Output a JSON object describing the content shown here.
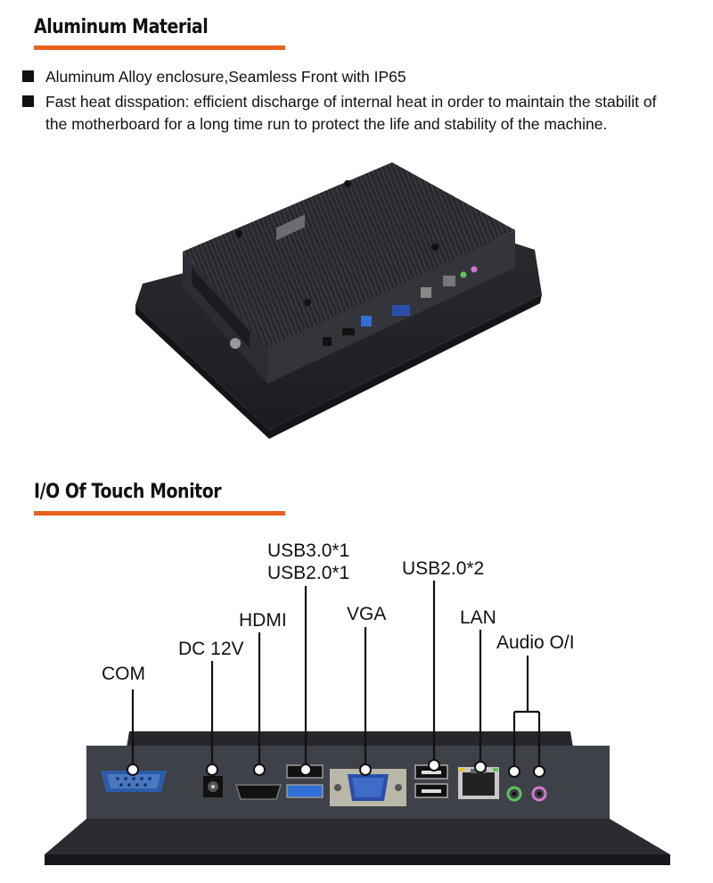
{
  "sections": {
    "aluminum": {
      "title": "Aluminum Material",
      "bullets": [
        "Aluminum Alloy enclosure,Seamless Front with IP65",
        "Fast heat disspation: efficient discharge of internal heat in order to maintain the stabilit of the motherboard for a long time run to protect the life and stability of the machine."
      ]
    },
    "io": {
      "title": "I/O Of Touch Monitor",
      "labels": {
        "com": "COM",
        "dc": "DC 12V",
        "hdmi": "HDMI",
        "usb3_line1": "USB3.0*1",
        "usb3_line2": "USB2.0*1",
        "vga": "VGA",
        "usb2": "USB2.0*2",
        "lan": "LAN",
        "audio": "Audio O/I"
      }
    }
  },
  "colors": {
    "accent": "#e8611c",
    "device_body": "#3f4148",
    "audio_green": "#5cc35a",
    "audio_pink": "#d07ad0",
    "usb3_blue": "#2f6fd6",
    "vga_blue": "#2b4fa8"
  }
}
